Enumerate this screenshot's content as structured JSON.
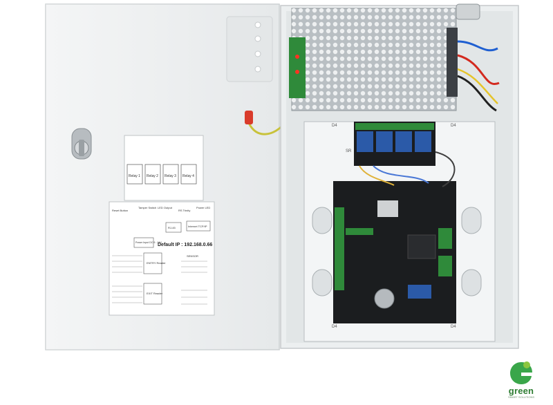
{
  "labels": {
    "default_ip": "Default IP : 192.168.0.66",
    "reset_button": "Reset Button",
    "tamper_switch": "Tamper Switch",
    "led_output": "LED Output",
    "rs_trinity": "RS Trinity",
    "power_led": "Power LED",
    "rj45": "RJ-45",
    "internet": "Internet TCP/IP",
    "power_input": "Power Input DC 9 - 24V",
    "entry_reader": "ENTRY Reader",
    "exit_reader": "EXIT Reader",
    "sensor": "SENSOR",
    "relay_1": "Relay 1",
    "relay_2": "Relay 2",
    "relay_3": "Relay 3",
    "relay_4": "Relay 4",
    "d4": "D4",
    "sr": "SR"
  },
  "brand": {
    "name": "green",
    "tagline": "SMART SOLUTIONS",
    "color": "#2e7d32"
  },
  "colors": {
    "cabinet": "#eceff0",
    "board": "#1b1d1f",
    "terminal_green": "#2f8a3a",
    "relay_blue": "#2b5aa8"
  }
}
